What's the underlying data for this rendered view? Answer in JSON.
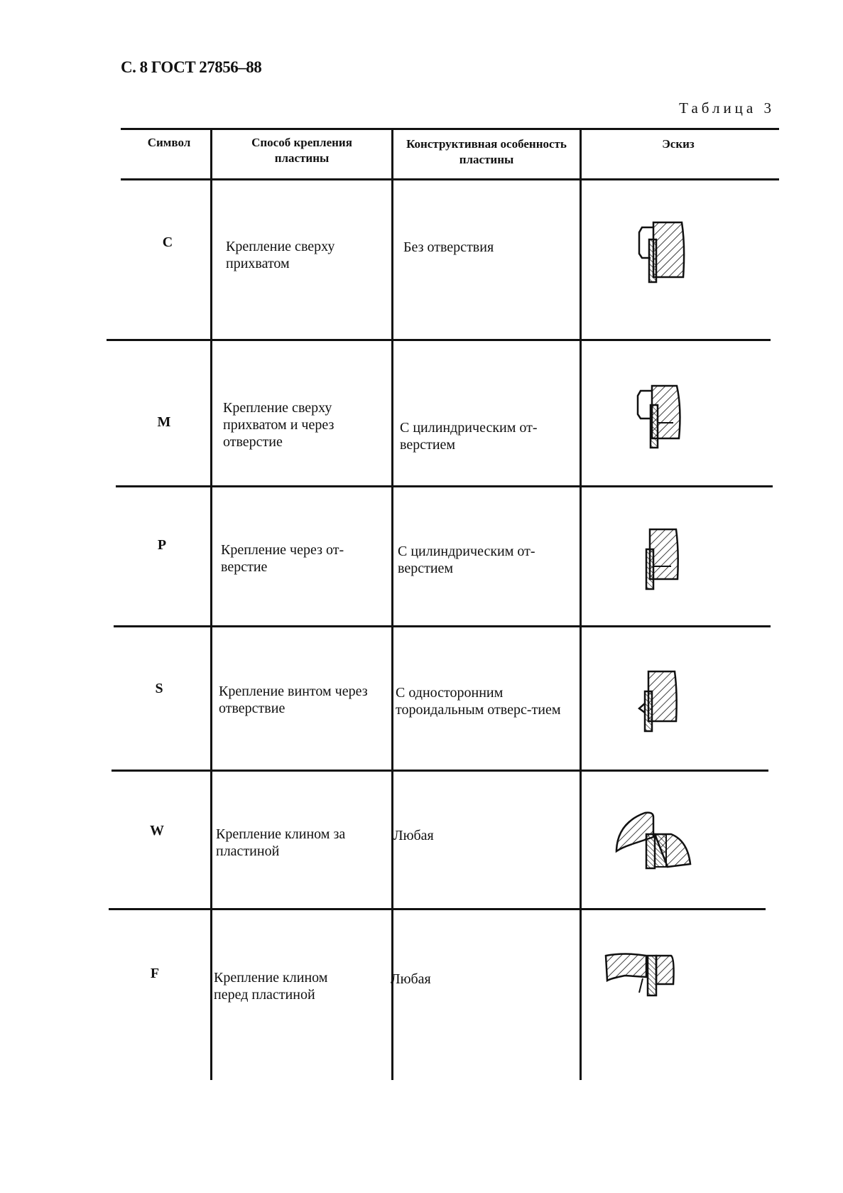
{
  "header": {
    "page_ref": "С. 8 ГОСТ 27856–88",
    "table_label": "Таблица 3"
  },
  "table": {
    "columns": [
      "Символ",
      "Способ крепления пластины",
      "Конструктивная особенность пластины",
      "Эскиз"
    ],
    "rows": [
      {
        "symbol": "C",
        "method": "Крепление сверху прихватом",
        "feature": "Без отверствия",
        "sketch": "clamp-top-sketch"
      },
      {
        "symbol": "M",
        "method": "Крепление сверху прихватом и через отверстие",
        "feature": "С цилиндрическим от-верстием",
        "sketch": "clamp-top-and-hole-sketch"
      },
      {
        "symbol": "P",
        "method": "Крепление через от-верстие",
        "feature": "С цилиндрическим от-верстием",
        "sketch": "hole-sketch"
      },
      {
        "symbol": "S",
        "method": "Крепление винтом через отверствие",
        "feature": "С односторонним тороидальным отверс-тием",
        "sketch": "screw-sketch"
      },
      {
        "symbol": "W",
        "method": "Крепление клином за пластиной",
        "feature": "Любая",
        "sketch": "wedge-behind-sketch"
      },
      {
        "symbol": "F",
        "method": "Крепление клином перед пластиной",
        "feature": "Любая",
        "sketch": "wedge-front-sketch"
      }
    ]
  }
}
